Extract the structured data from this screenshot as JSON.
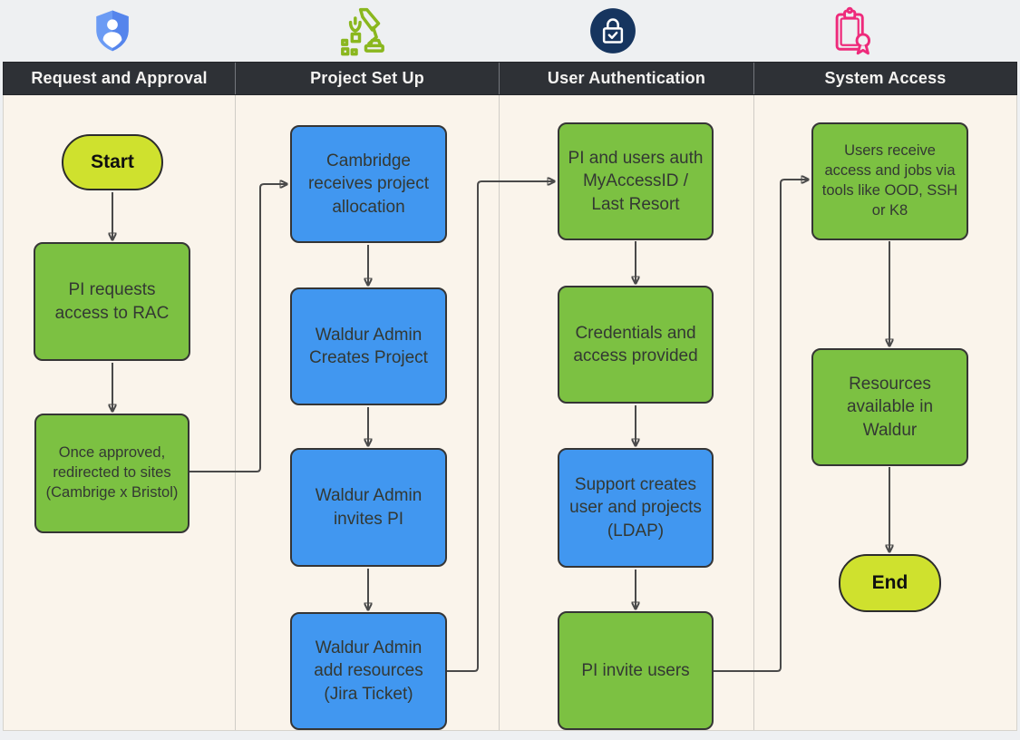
{
  "diagram": {
    "lanes": [
      {
        "title": "Request and Approval",
        "icon": "shield-user-icon"
      },
      {
        "title": "Project Set Up",
        "icon": "excavator-icon"
      },
      {
        "title": "User Authentication",
        "icon": "lock-check-icon"
      },
      {
        "title": "System Access",
        "icon": "clipboard-award-icon"
      }
    ],
    "nodes": {
      "start": {
        "label": "Start",
        "type": "terminator",
        "lane": "Request and Approval"
      },
      "pi_requests": {
        "label": "PI requests access to RAC",
        "type": "process-green",
        "lane": "Request and Approval"
      },
      "once_approved": {
        "label": "Once approved, redirected to sites (Cambrige x Bristol)",
        "type": "process-green",
        "lane": "Request and Approval"
      },
      "cambridge_receives": {
        "label": "Cambridge receives project allocation",
        "type": "process-blue",
        "lane": "Project Set Up"
      },
      "waldur_creates": {
        "label": "Waldur Admin Creates Project",
        "type": "process-blue",
        "lane": "Project Set Up"
      },
      "waldur_invites": {
        "label": "Waldur Admin invites PI",
        "type": "process-blue",
        "lane": "Project Set Up"
      },
      "waldur_resources": {
        "label": "Waldur Admin add resources (Jira Ticket)",
        "type": "process-blue",
        "lane": "Project Set Up"
      },
      "pi_users_auth": {
        "label": "PI and users auth MyAccessID / Last Resort",
        "type": "process-green",
        "lane": "User Authentication"
      },
      "credentials": {
        "label": "Credentials and access provided",
        "type": "process-green",
        "lane": "User Authentication"
      },
      "support_creates": {
        "label": "Support creates user and projects (LDAP)",
        "type": "process-blue",
        "lane": "User Authentication"
      },
      "pi_invite": {
        "label": "PI invite users",
        "type": "process-green",
        "lane": "User Authentication"
      },
      "users_receive": {
        "label": "Users receive access and jobs via tools like OOD, SSH or K8",
        "type": "process-green",
        "lane": "System Access"
      },
      "resources_waldur": {
        "label": "Resources available in Waldur",
        "type": "process-green",
        "lane": "System Access"
      },
      "end": {
        "label": "End",
        "type": "terminator",
        "lane": "System Access"
      }
    },
    "edges": [
      {
        "from": "start",
        "to": "pi_requests"
      },
      {
        "from": "pi_requests",
        "to": "once_approved"
      },
      {
        "from": "once_approved",
        "to": "cambridge_receives"
      },
      {
        "from": "cambridge_receives",
        "to": "waldur_creates"
      },
      {
        "from": "waldur_creates",
        "to": "waldur_invites"
      },
      {
        "from": "waldur_invites",
        "to": "waldur_resources"
      },
      {
        "from": "waldur_resources",
        "to": "pi_users_auth"
      },
      {
        "from": "pi_users_auth",
        "to": "credentials"
      },
      {
        "from": "credentials",
        "to": "support_creates"
      },
      {
        "from": "support_creates",
        "to": "pi_invite"
      },
      {
        "from": "pi_invite",
        "to": "users_receive"
      },
      {
        "from": "users_receive",
        "to": "resources_waldur"
      },
      {
        "from": "resources_waldur",
        "to": "end"
      }
    ]
  },
  "colors": {
    "canvas_bg": "#eef0f2",
    "lane_bg": "#faf4eb",
    "lane_header_bg": "#2e3136",
    "lane_header_text": "#f4f3f1",
    "node_green": "#7cc142",
    "node_blue": "#4197f0",
    "terminator_yellow": "#cfe12e",
    "node_border": "#353535",
    "node_text": "#333833",
    "connector": "#4a4a4a",
    "icon_blue": "#5f8ff0",
    "icon_green": "#8ab71e",
    "icon_navy": "#16355f",
    "icon_pink": "#ee2a7b"
  }
}
